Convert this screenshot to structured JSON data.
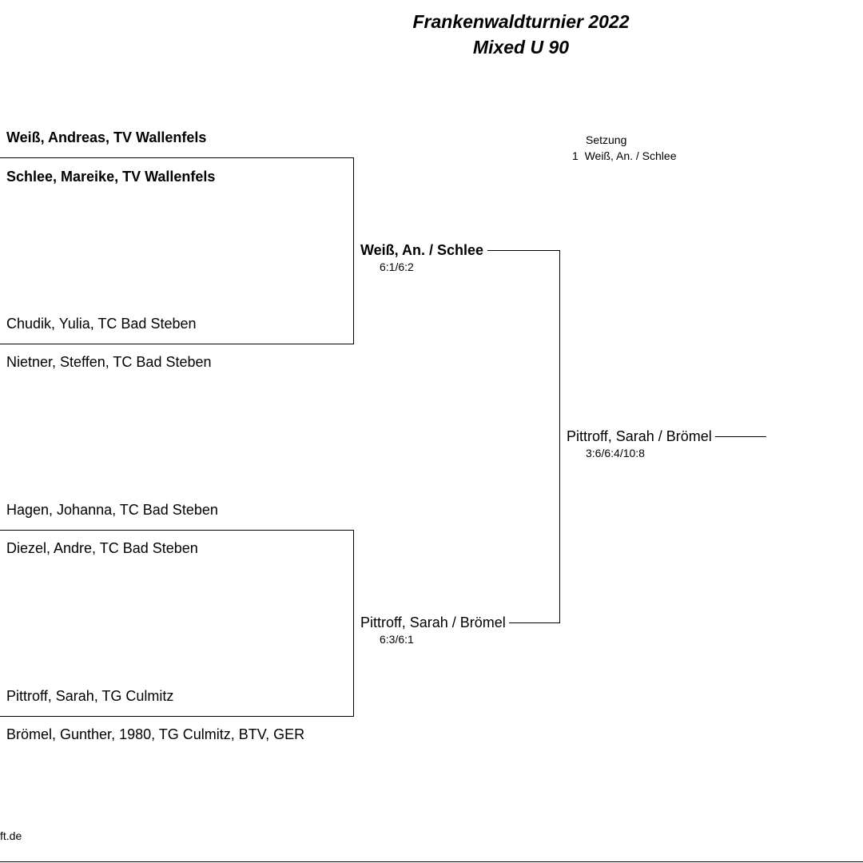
{
  "header": {
    "title": "Frankenwaldturnier 2022",
    "subtitle": "Mixed U 90"
  },
  "seeding": {
    "heading": "Setzung",
    "entries": [
      {
        "seed": "1",
        "team": "Weiß, An. / Schlee"
      }
    ]
  },
  "round1": {
    "players": [
      {
        "text": "Weiß, Andreas, TV Wallenfels",
        "bold": true
      },
      {
        "text": "Schlee, Mareike, TV Wallenfels",
        "bold": true
      },
      {
        "text": "Chudik, Yulia, TC Bad Steben",
        "bold": false
      },
      {
        "text": "Nietner, Steffen, TC Bad Steben",
        "bold": false
      },
      {
        "text": "Hagen, Johanna, TC Bad Steben",
        "bold": false
      },
      {
        "text": "Diezel, Andre, TC Bad Steben",
        "bold": false
      },
      {
        "text": "Pittroff, Sarah, TG Culmitz",
        "bold": false
      },
      {
        "text": "Brömel, Gunther, 1980, TG Culmitz, BTV, GER",
        "bold": false
      }
    ]
  },
  "round2": {
    "matches": [
      {
        "winner": "Weiß, An. / Schlee",
        "score": "6:1/6:2",
        "bold": true
      },
      {
        "winner": "Pittroff, Sarah / Brömel",
        "score": "6:3/6:1",
        "bold": false
      }
    ]
  },
  "final": {
    "winner": "Pittroff, Sarah / Brömel",
    "score": "3:6/6:4/10:8"
  },
  "footer": {
    "text": "ft.de"
  }
}
